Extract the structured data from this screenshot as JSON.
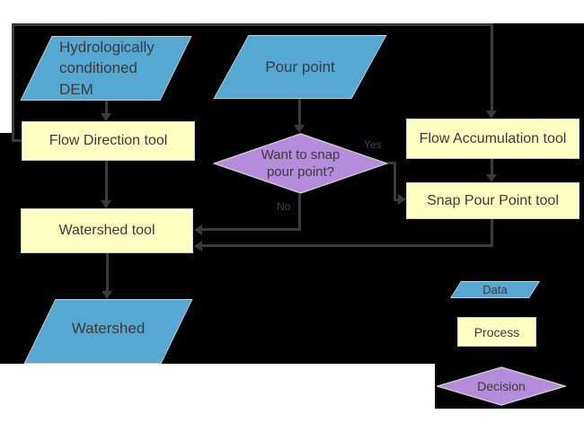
{
  "nodes": {
    "dem": {
      "lines": [
        "Hydrologically",
        "conditioned",
        "DEM"
      ]
    },
    "pour_point": {
      "label": "Pour point"
    },
    "flow_direction": {
      "label": "Flow Direction tool"
    },
    "decision": {
      "lines": [
        "Want to snap",
        "pour point?"
      ]
    },
    "flow_accumulation": {
      "label": "Flow Accumulation tool"
    },
    "snap_pour_point": {
      "label": "Snap Pour Point tool"
    },
    "watershed_tool": {
      "label": "Watershed tool"
    },
    "watershed_output": {
      "label": "Watershed"
    }
  },
  "edge_labels": {
    "yes": "Yes",
    "no": "No"
  },
  "legend": {
    "data_label": "Data",
    "process_label": "Process",
    "decision_label": "Decision"
  },
  "colors": {
    "diagram_background": "#000000",
    "data_fill": "#55a8d2",
    "process_fill": "#ffffc2",
    "decision_fill": "#b58bdb",
    "shape_border": "#c9c9c9",
    "connector": "#3a3a3a",
    "shape_text": "#3b3b3b",
    "edge_label_text": "#3d3f63"
  }
}
